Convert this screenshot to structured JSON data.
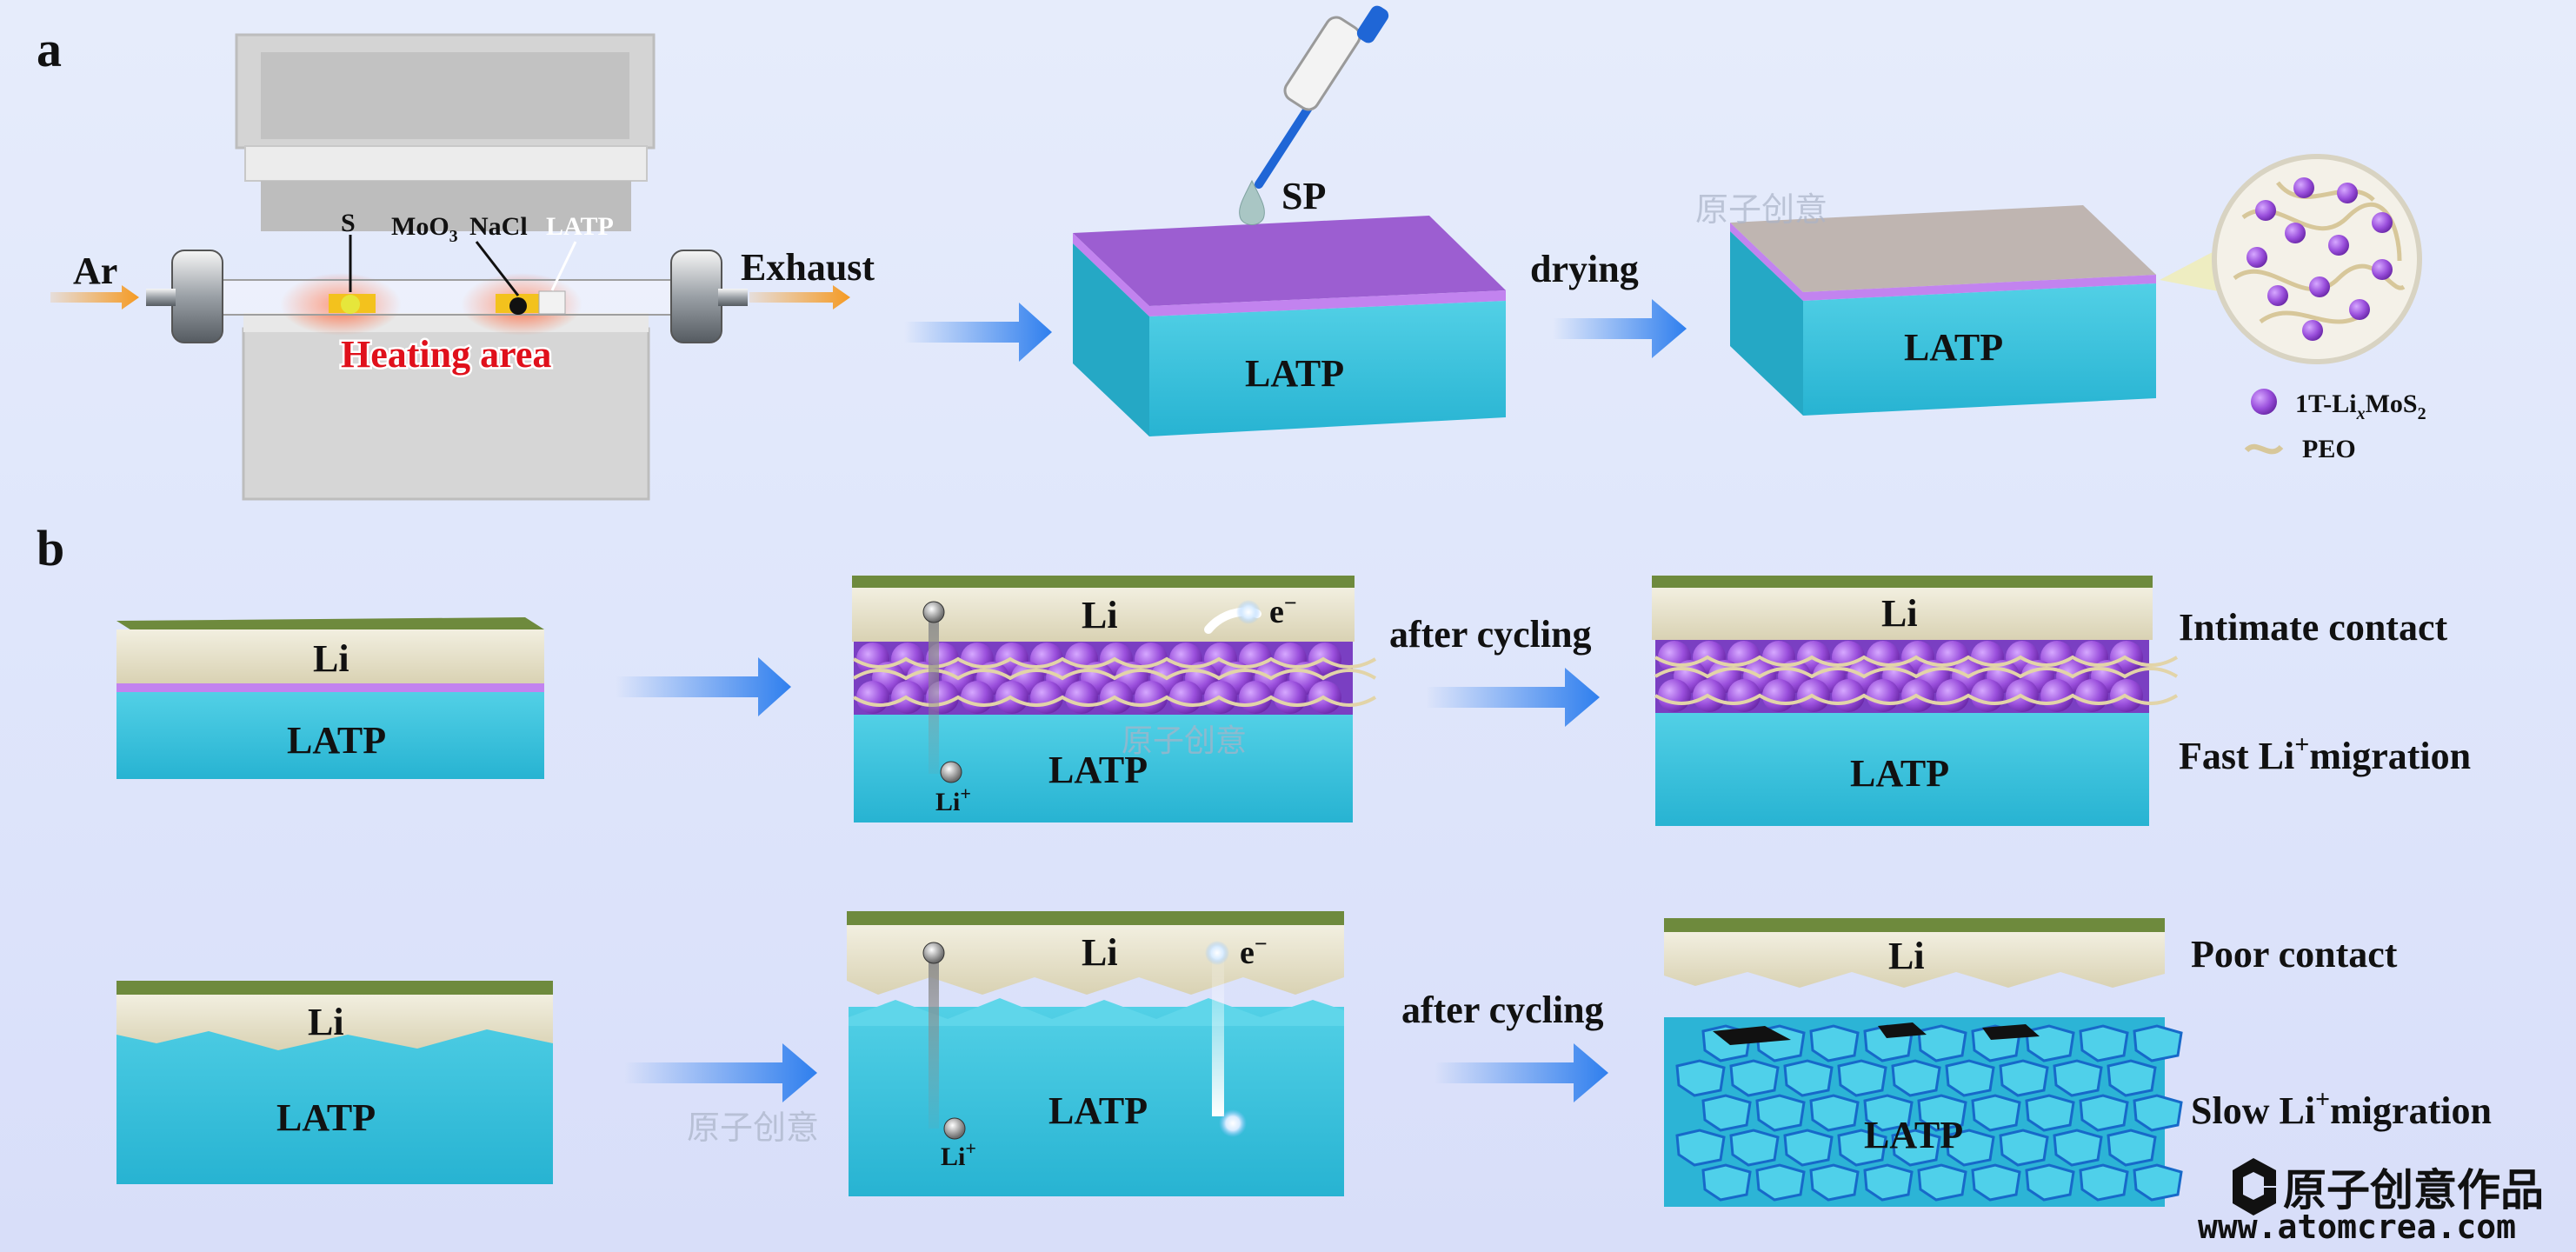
{
  "panels": {
    "a": "a",
    "b": "b"
  },
  "furnace": {
    "inlet_gas": "Ar",
    "outlet": "Exhaust",
    "zone": "Heating area",
    "sources": {
      "s": "S",
      "moo3": "MoO",
      "moo3_sub": "3",
      "nacl": "NaCl",
      "latp": "LATP"
    }
  },
  "coating": {
    "solution": "SP",
    "step": "drying",
    "substrate": "LATP",
    "substrate_dried": "LATP"
  },
  "legend": {
    "particle_main": "1T-Li",
    "particle_sub_x": "x",
    "particle_mos": "MoS",
    "particle_sub_2": "2",
    "polymer": "PEO"
  },
  "row_modified": {
    "anode": "Li",
    "electrolyte": "LATP",
    "cell_anode": "Li",
    "cell_electrolyte": "LATP",
    "electron": "e",
    "electron_sup": "−",
    "ion": "Li",
    "ion_sup": "+",
    "step": "after cycling",
    "after_anode": "Li",
    "after_electrolyte": "LATP",
    "result_contact": "Intimate contact",
    "result_migration_pre": "Fast Li",
    "result_migration_sup": "+",
    "result_migration_post": "migration"
  },
  "row_bare": {
    "anode": "Li",
    "electrolyte": "LATP",
    "cell_anode": "Li",
    "cell_electrolyte": "LATP",
    "electron": "e",
    "electron_sup": "−",
    "ion": "Li",
    "ion_sup": "+",
    "step": "after cycling",
    "after_anode": "Li",
    "after_electrolyte": "LATP",
    "result_contact": "Poor contact",
    "result_migration_pre": "Slow Li",
    "result_migration_sup": "+",
    "result_migration_post": "migration"
  },
  "watermark": {
    "small": "原子创意",
    "brand": "原子创意作品",
    "url": "www.atomcrea.com"
  },
  "colors": {
    "latp": "#3fc4dc",
    "coating": "#a267d6",
    "lithium": "#e9e4cf",
    "arrow": "#2f7fee",
    "particle": "#a25ae0",
    "heat_label": "#e0101b"
  }
}
